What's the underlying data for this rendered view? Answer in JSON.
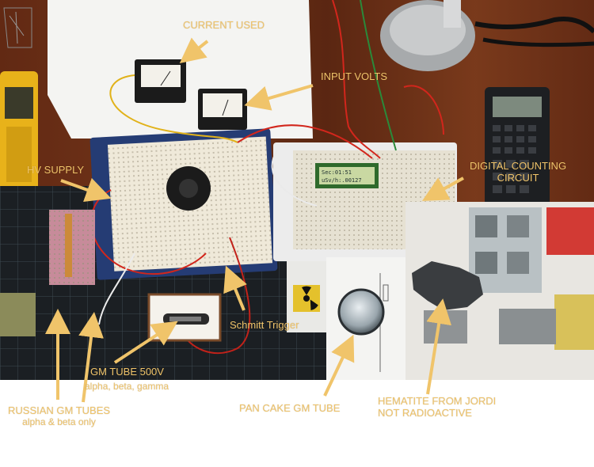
{
  "labels": {
    "current_used": "CURRENT USED",
    "input_volts": "INPUT VOLTS",
    "hv_supply": "HV SUPPLY",
    "digital_counting_line1": "DIGITAL COUNTING",
    "digital_counting_line2": "CIRCUIT",
    "schmitt_trigger": "Schmitt Trigger",
    "gm_tube_500v": "GM TUBE 500V",
    "gm_tube_sub": "alpha, beta, gamma",
    "russian_gm_line1": "RUSSIAN GM TUBES",
    "russian_gm_line2": "alpha & beta only",
    "pancake_gm": "PAN CAKE GM TUBE",
    "hematite_line1": "HEMATITE FROM JORDI",
    "hematite_line2": "NOT RADIOACTIVE"
  },
  "lcd": {
    "line1": "Sec:01:51",
    "line2": "uSv/h:.00127"
  },
  "colors": {
    "annotation": "#f0c46a",
    "desk": "#6b2f17",
    "cutting_mat": "#1b1f23",
    "breadboard": "#efe9d9",
    "blue_board": "#253c74"
  }
}
